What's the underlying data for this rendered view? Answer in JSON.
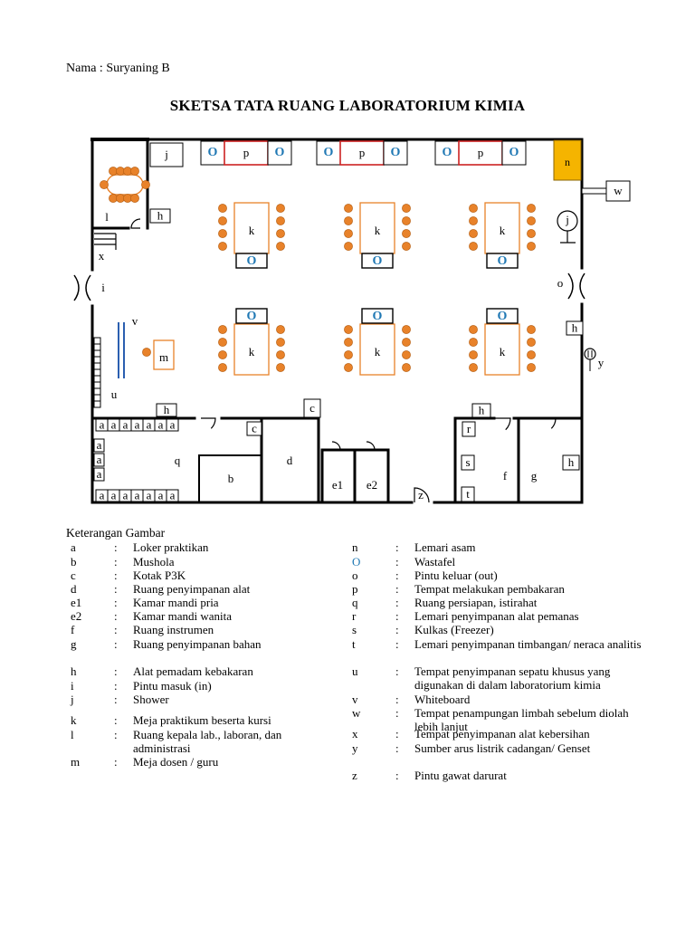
{
  "header": {
    "name_line": "Nama   : Suryaning B",
    "title": "SKETSA TATA RUANG LABORATORIUM KIMIA"
  },
  "colors": {
    "wall": "#000000",
    "chair": "#e8822a",
    "desk": "#e8822a",
    "sink": "#1f78b4",
    "burner": "#cc2222",
    "acid_cabinet": "#f5b400"
  },
  "plan": {
    "labels": {
      "j": "j",
      "p": "p",
      "n": "n",
      "w": "w",
      "l": "l",
      "h": "h",
      "k": "k",
      "x": "x",
      "i": "i",
      "o": "o",
      "v": "v",
      "m": "m",
      "y": "y",
      "u": "u",
      "c": "c",
      "a": "a",
      "q": "q",
      "b": "b",
      "d": "d",
      "e1": "e1",
      "e2": "e2",
      "z": "z",
      "r": "r",
      "s": "s",
      "t": "t",
      "f": "f",
      "g": "g",
      "sink": "O"
    }
  },
  "legend": {
    "heading": "Keterangan Gambar",
    "separator": ":",
    "left": [
      {
        "key": "a",
        "desc": "Loker praktikan"
      },
      {
        "key": "b",
        "desc": "Mushola"
      },
      {
        "key": "c",
        "desc": "Kotak P3K"
      },
      {
        "key": "d",
        "desc": "Ruang penyimpanan alat"
      },
      {
        "key": "e1",
        "desc": "Kamar mandi pria"
      },
      {
        "key": "e2",
        "desc": "Kamar mandi wanita"
      },
      {
        "key": "f",
        "desc": "Ruang instrumen"
      },
      {
        "key": "g",
        "desc": "Ruang penyimpanan bahan"
      },
      {
        "key": "h",
        "desc": "Alat pemadam kebakaran"
      },
      {
        "key": "i",
        "desc": "Pintu masuk (in)"
      },
      {
        "key": "j",
        "desc": "Shower"
      },
      {
        "key": "k",
        "desc": "Meja praktikum beserta kursi"
      },
      {
        "key": "l",
        "desc": "Ruang kepala lab., laboran, dan administrasi"
      },
      {
        "key": "m",
        "desc": "Meja dosen / guru"
      }
    ],
    "right": [
      {
        "key": "n",
        "desc": "Lemari asam"
      },
      {
        "key": "O",
        "desc": "Wastafel"
      },
      {
        "key": "o",
        "desc": "Pintu keluar (out)"
      },
      {
        "key": "p",
        "desc": "Tempat melakukan pembakaran"
      },
      {
        "key": "q",
        "desc": "Ruang persiapan, istirahat"
      },
      {
        "key": "r",
        "desc": "Lemari penyimpanan alat pemanas"
      },
      {
        "key": "s",
        "desc": "Kulkas (Freezer)"
      },
      {
        "key": "t",
        "desc": "Lemari penyimpanan timbangan/ neraca analitis"
      },
      {
        "key": "u",
        "desc": "Tempat penyimpanan sepatu khusus yang digunakan di dalam laboratorium kimia"
      },
      {
        "key": "v",
        "desc": "Whiteboard"
      },
      {
        "key": "w",
        "desc": "Tempat penampungan limbah sebelum diolah lebih lanjut"
      },
      {
        "key": "x",
        "desc": "Tempat penyimpanan alat kebersihan"
      },
      {
        "key": "y",
        "desc": "Sumber arus listrik cadangan/ Genset"
      },
      {
        "key": "z",
        "desc": "Pintu gawat darurat"
      }
    ]
  }
}
